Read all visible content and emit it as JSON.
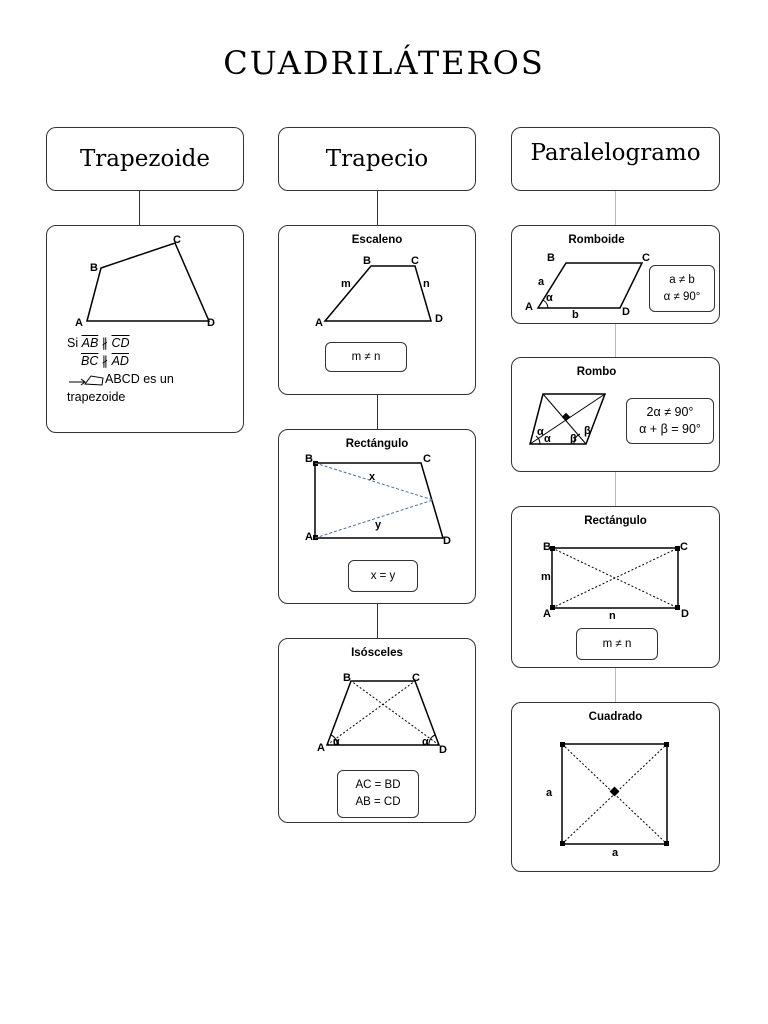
{
  "title": "CUADRILÁTEROS",
  "columns": [
    {
      "heading": "Trapezoide"
    },
    {
      "heading": "Trapecio"
    },
    {
      "heading": "Paralelogramo"
    }
  ],
  "trapezoide": {
    "vertices": {
      "a": "A",
      "b": "B",
      "c": "C",
      "d": "D"
    },
    "note": {
      "si": "Si",
      "seg1": "AB",
      "rel1": "∦",
      "seg2": "CD",
      "seg3": "BC",
      "rel2": "∦",
      "seg4": "AD",
      "conclusion": "ABCD es un",
      "conclusion2": "trapezoide"
    }
  },
  "trapecio": {
    "escaleno": {
      "label": "Escaleno",
      "relation": "m ≠ n",
      "a": "A",
      "b": "B",
      "c": "C",
      "d": "D",
      "m": "m",
      "n": "n"
    },
    "rectangulo": {
      "label": "Rectángulo",
      "relation": "x = y",
      "a": "A",
      "b": "B",
      "c": "C",
      "d": "D",
      "x": "x",
      "y": "y"
    },
    "isosceles": {
      "label": "Isósceles",
      "relation1": "AC = BD",
      "relation2": "AB = CD",
      "a": "A",
      "b": "B",
      "c": "C",
      "d": "D",
      "alpha": "α"
    }
  },
  "paralelogramo": {
    "romboide": {
      "label": "Romboide",
      "relation1": "a ≠ b",
      "relation2": "α ≠ 90°",
      "a": "A",
      "b": "B",
      "c": "C",
      "d": "D",
      "side_a": "a",
      "side_b": "b",
      "alpha": "α"
    },
    "rombo": {
      "label": "Rombo",
      "relation1": "2α ≠ 90°",
      "relation2": "α + β = 90°",
      "alpha": "α",
      "beta": "β"
    },
    "rectangulo": {
      "label": "Rectángulo",
      "relation": "m ≠ n",
      "a": "A",
      "b": "B",
      "c": "C",
      "d": "D",
      "m": "m",
      "n": "n"
    },
    "cuadrado": {
      "label": "Cuadrado",
      "side": "a"
    }
  }
}
